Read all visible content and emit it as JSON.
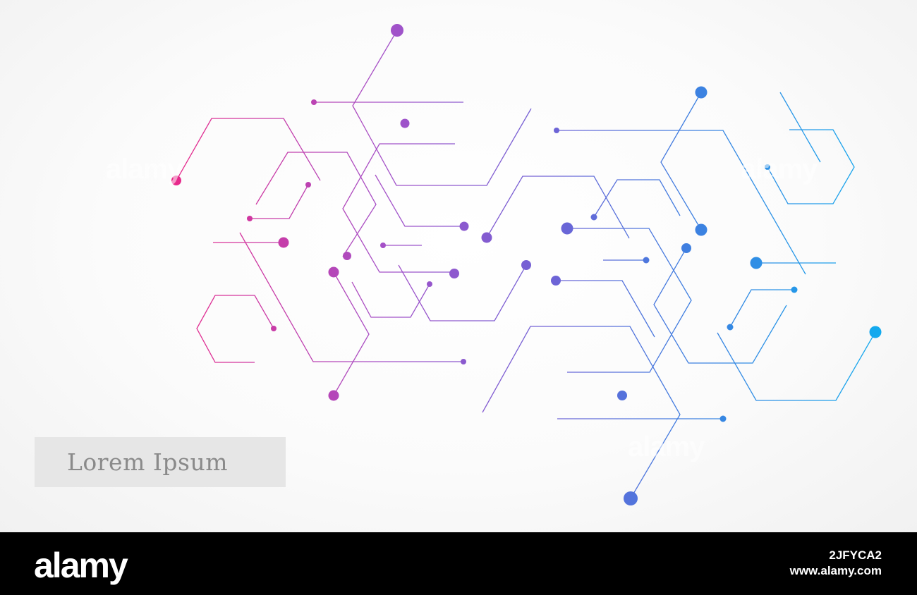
{
  "image": {
    "label_text": "Lorem Ipsum",
    "watermark_text": "alamy",
    "colors": {
      "magenta": "#d6218f",
      "purple": "#9a56cc",
      "indigo": "#6a62d8",
      "blue": "#3f7fe0",
      "cyan": "#18a6ec",
      "label_background": "#e6e6e6",
      "label_text": "#8a8a8a"
    }
  },
  "footer": {
    "brand": "alamy",
    "image_id": "2JFYCA2",
    "site": "www.alamy.com"
  }
}
